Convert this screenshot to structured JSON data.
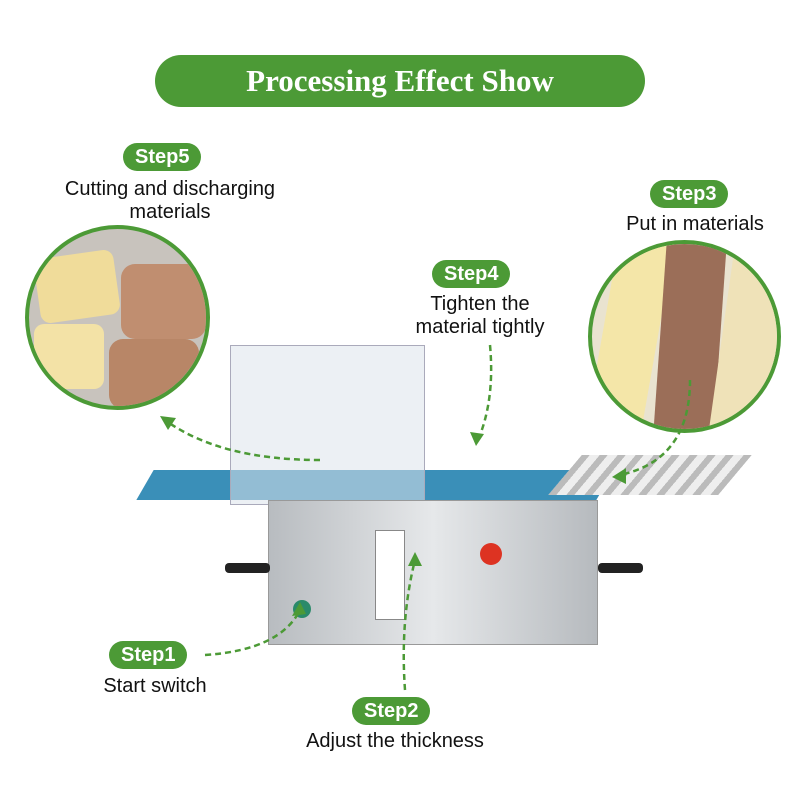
{
  "title": "Processing Effect Show",
  "steps": [
    {
      "badge": "Step1",
      "text": "Start switch"
    },
    {
      "badge": "Step2",
      "text": "Adjust the thickness"
    },
    {
      "badge": "Step3",
      "text": "Put in materials"
    },
    {
      "badge": "Step4",
      "text": "Tighten the material tightly"
    },
    {
      "badge": "Step5",
      "text": "Cutting and discharging materials"
    }
  ],
  "colors": {
    "accent": "#4c9a36",
    "belt": "#3a8fb8",
    "steel": "#c9ccd0"
  }
}
